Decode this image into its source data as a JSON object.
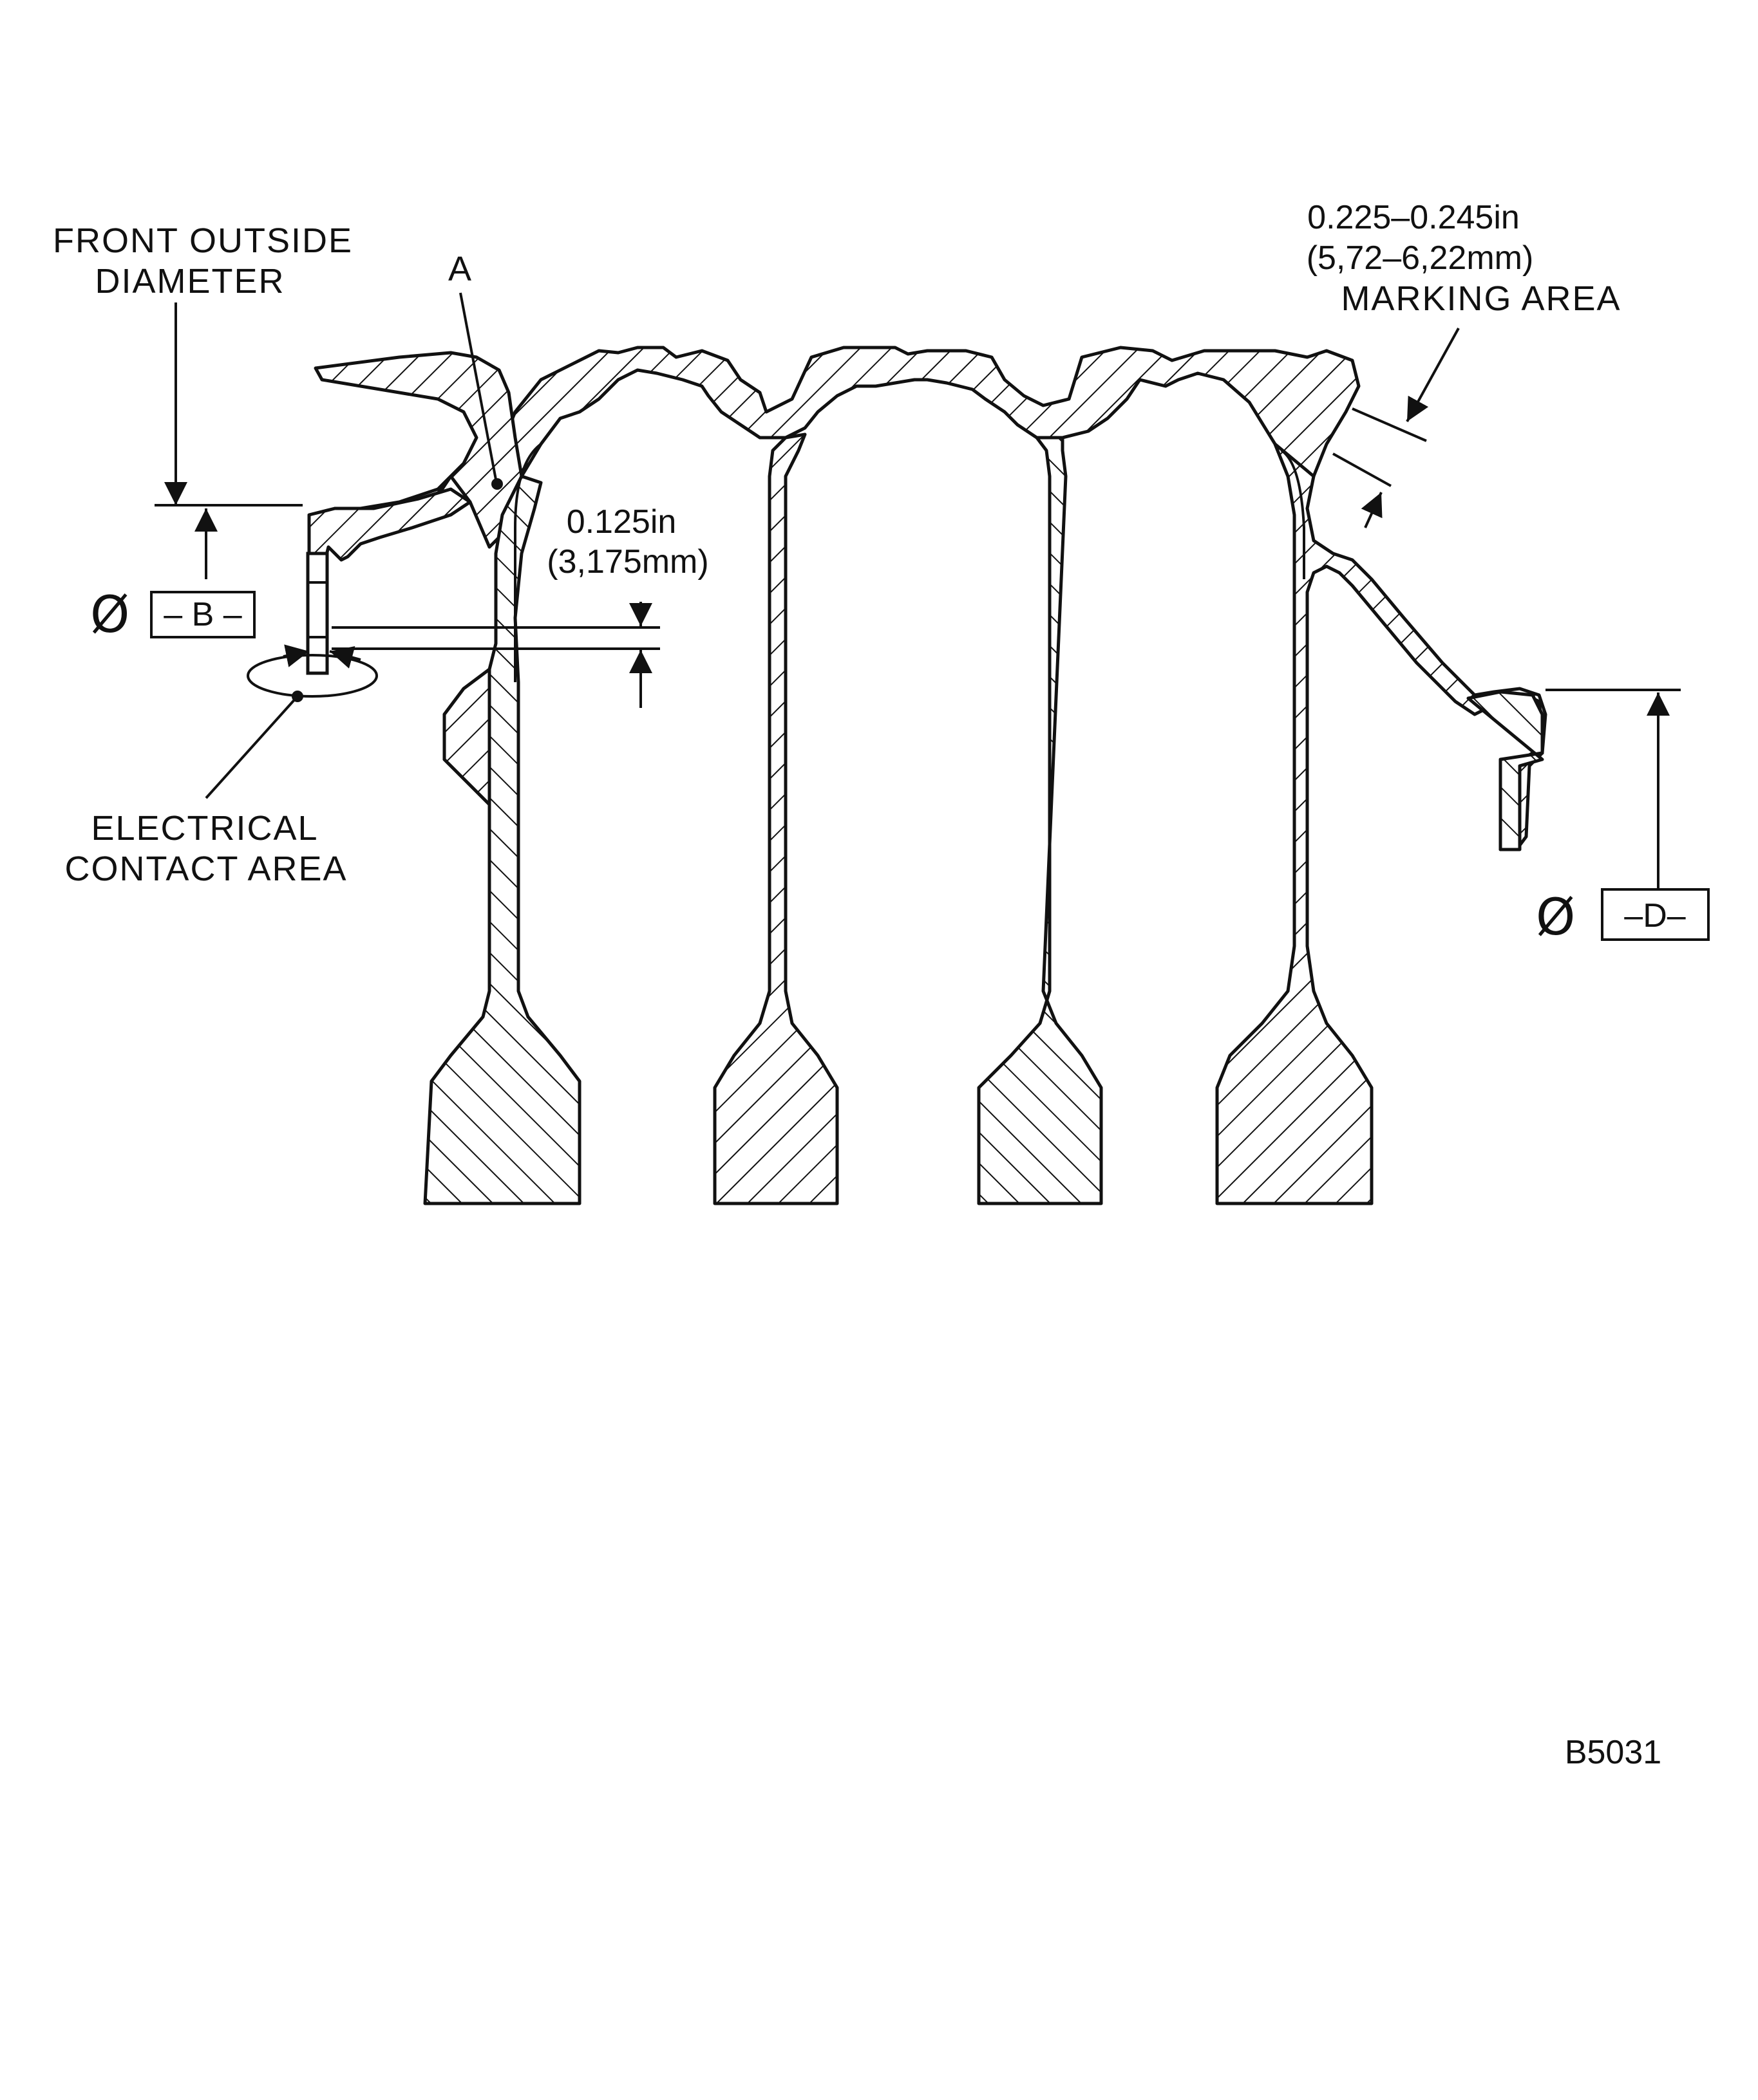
{
  "labels": {
    "front_od_line1": "FRONT OUTSIDE",
    "front_od_line2": "DIAMETER",
    "point_a": "A",
    "thickness_in": "0.125in",
    "thickness_mm": "(3,175mm)",
    "marking_in": "0.225–0.245in",
    "marking_mm": "(5,72–6,22mm)",
    "marking_area": "MARKING AREA",
    "elec_line1": "ELECTRICAL",
    "elec_line2": "CONTACT AREA",
    "datum_b": "– B –",
    "datum_d": "–D–",
    "diameter_symbol": "Ø",
    "figure_id": "B5031"
  }
}
